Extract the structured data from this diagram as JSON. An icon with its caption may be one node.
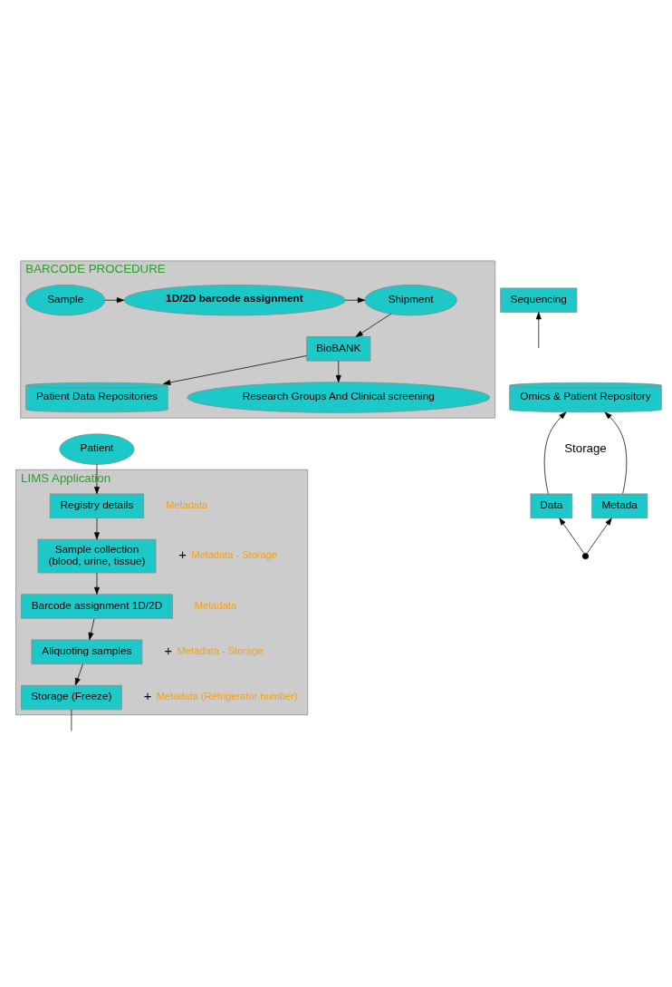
{
  "diagram": {
    "nodes": [
      {
        "text": [
          "BARCODE PROCEDURE"
        ]
      },
      {
        "text": [
          "Sample"
        ],
        "in": 0
      },
      {
        "text": [
          "1D/2D barcode assignment"
        ],
        "in": 0
      },
      {
        "text": [
          "Shipment"
        ],
        "in": 0
      },
      {
        "text": [
          "BioBANK"
        ],
        "in": 0
      },
      {
        "text": [
          "Patient Data Repositories"
        ],
        "in": 0
      },
      {
        "text": [
          "Research Groups And Clinical screening"
        ],
        "in": 0
      },
      {
        "text": [
          "Patient"
        ]
      },
      {
        "text": [
          "LIMS Application"
        ]
      },
      {
        "text": [
          "Registry details"
        ],
        "in": 8,
        "beside": [
          "Metadata"
        ]
      },
      {
        "text": [
          "Sample collection",
          "(blood, urine, tissue)"
        ],
        "in": 8,
        "beside": [
          "+",
          "Metadata - Storage"
        ]
      },
      {
        "text": [
          "Barcode assignment 1D/2D"
        ],
        "in": 8,
        "beside": [
          "Metadata"
        ]
      },
      {
        "text": [
          "Aliquoting samples"
        ],
        "in": 8,
        "beside": [
          "+",
          "Metadata - Storage"
        ]
      },
      {
        "text": [
          "Storage (Freeze)"
        ],
        "in": 8,
        "beside": [
          "+",
          "Metadata (Refrigerator number)"
        ]
      },
      {
        "text": [
          "Omics & Patient Repository"
        ]
      },
      {
        "text": [
          "Data"
        ]
      },
      {
        "text": [
          "Metada"
        ]
      },
      {
        "text": [],
        "shape": "dot"
      },
      {
        "text": [
          "Sequencing"
        ]
      }
    ],
    "edges": [
      {
        "from": 1,
        "to": 2,
        "arrow": "to"
      },
      {
        "from": 2,
        "to": 3,
        "arrow": "to"
      },
      {
        "from": 3,
        "to": 4,
        "arrow": "to"
      },
      {
        "from": 4,
        "to": 5,
        "arrow": "to"
      },
      {
        "from": 4,
        "to": 6,
        "arrow": "to"
      },
      {
        "from": 7,
        "to": 9,
        "arrow": "to"
      },
      {
        "from": 9,
        "to": 10,
        "arrow": "to"
      },
      {
        "from": 10,
        "to": 11,
        "arrow": "to"
      },
      {
        "from": 11,
        "to": 12,
        "arrow": "to"
      },
      {
        "from": 12,
        "to": 13,
        "arrow": "to"
      },
      {
        "from": 13,
        "to": null,
        "arrow": "none"
      },
      {
        "from": null,
        "to": 18,
        "arrow": "to"
      },
      {
        "from": 17,
        "to": 15,
        "arrow": "to"
      },
      {
        "from": 17,
        "to": 16,
        "arrow": "to"
      },
      {
        "from": 15,
        "to": 14,
        "arrow": "to"
      },
      {
        "from": 16,
        "to": 14,
        "arrow": "to"
      }
    ],
    "labels": [
      "Storage"
    ]
  }
}
